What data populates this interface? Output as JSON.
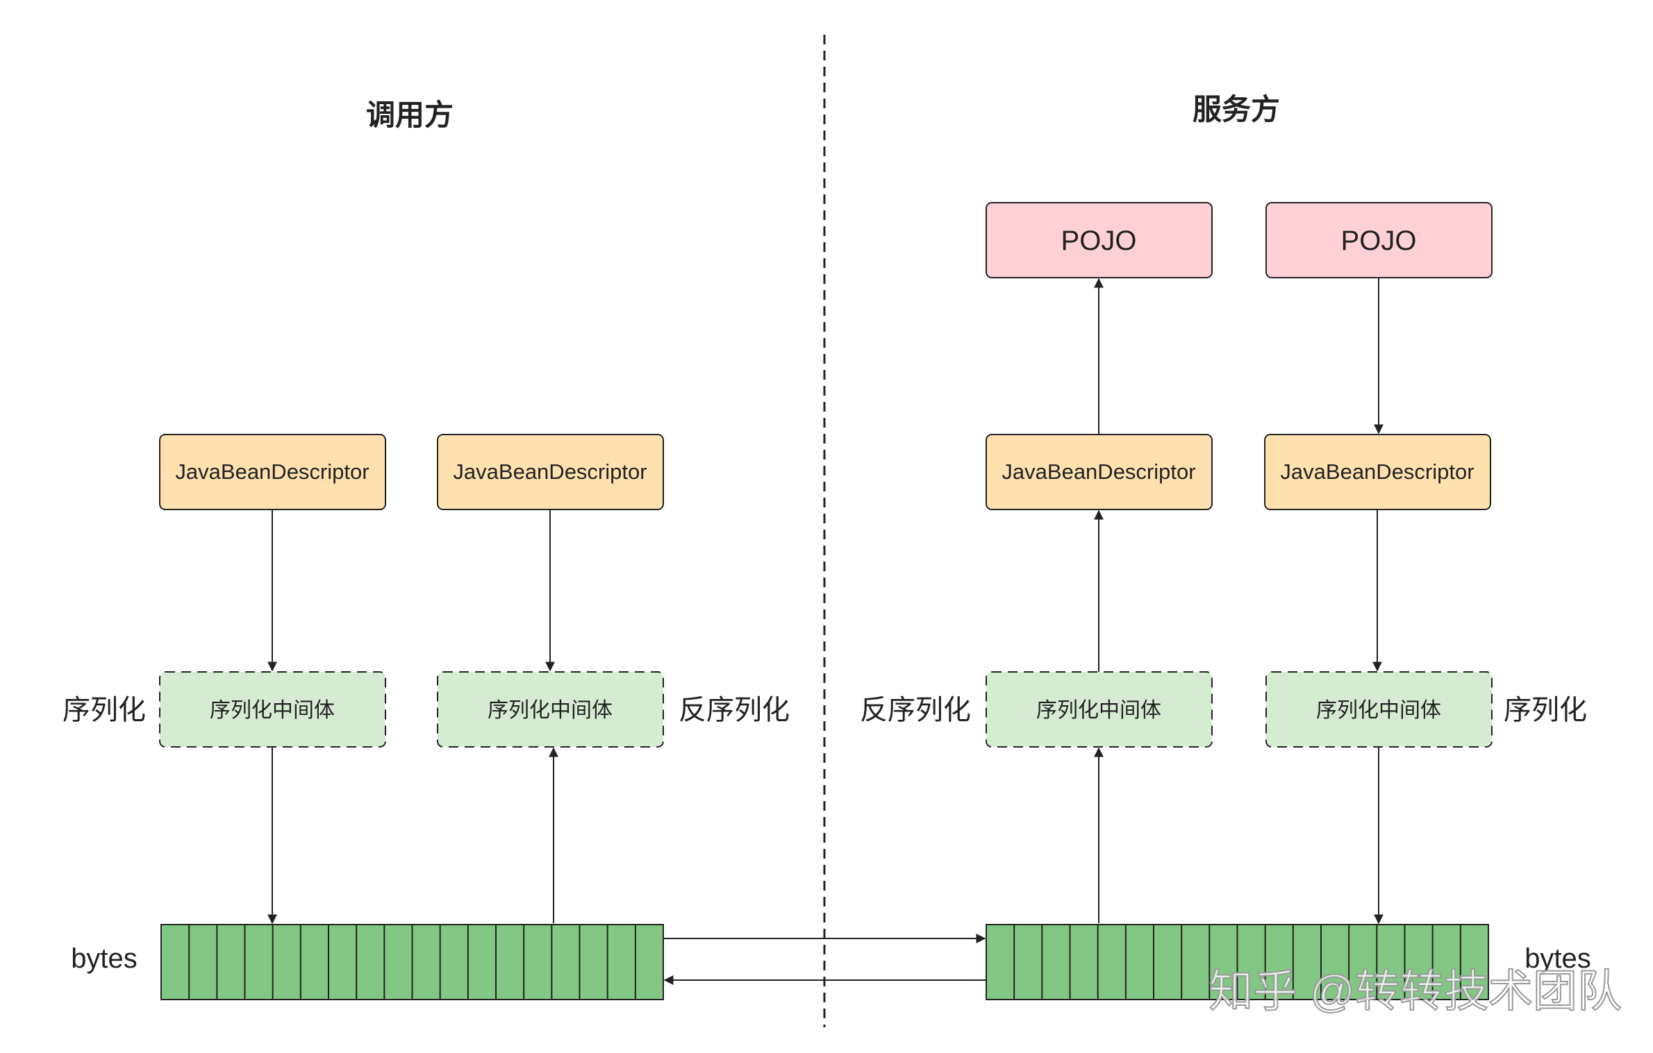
{
  "caller": {
    "title": "调用方",
    "serialize_label": "序列化",
    "deserialize_label": "反序列化",
    "bytes_label": "bytes",
    "descriptor_left": "JavaBeanDescriptor",
    "descriptor_right": "JavaBeanDescriptor",
    "intermediate_left": "序列化中间体",
    "intermediate_right": "序列化中间体"
  },
  "server": {
    "title": "服务方",
    "deserialize_label": "反序列化",
    "serialize_label": "序列化",
    "bytes_label": "bytes",
    "pojo_left": "POJO",
    "pojo_right": "POJO",
    "descriptor_left": "JavaBeanDescriptor",
    "descriptor_right": "JavaBeanDescriptor",
    "intermediate_left": "序列化中间体",
    "intermediate_right": "序列化中间体"
  },
  "watermark": "知乎 @转转技术团队",
  "colors": {
    "pojo_fill": "#ffd1d7",
    "descriptor_fill": "#ffe1b0",
    "intermediate_fill": "#d5ecd2",
    "bytes_fill": "#82c783",
    "stroke": "#222222"
  }
}
